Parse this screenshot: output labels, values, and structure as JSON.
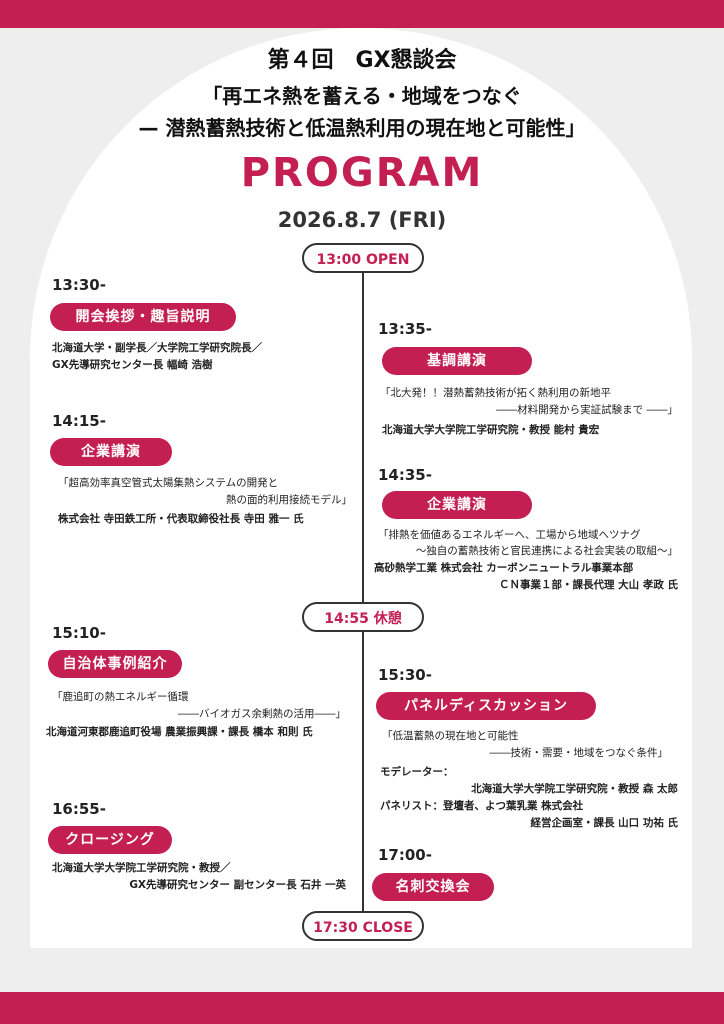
{
  "header": {
    "title_line1": "第４回　GX懇談会",
    "title_line2": "「再エネ熱を蓄える・地域をつなぐ",
    "title_line3": "— 潜熱蓄熱技術と低温熱利用の現在地と可能性」",
    "program": "PROGRAM",
    "date": "2026.8.7 (FRI)"
  },
  "markers": {
    "open": "13:00  OPEN",
    "break": "14:55  休憩",
    "close": "17:30  CLOSE"
  },
  "left": [
    {
      "time": "13:30-",
      "badge": "開会挨拶・趣旨説明",
      "lines": [
        "北海道大学・副学長／大学院工学研究院長／",
        "GX先導研究センター長 幅崎 浩樹"
      ]
    },
    {
      "time": "14:15-",
      "badge": "企業講演",
      "lines": [
        "「超高効率真空管式太陽集熱システムの開発と",
        "熱の面的利用接続モデル」",
        "株式会社 寺田鉄工所・代表取締役社長 寺田 雅一 氏"
      ]
    },
    {
      "time": "15:10-",
      "badge": "自治体事例紹介",
      "lines": [
        "「鹿追町の熱エネルギー循環",
        "――バイオガス余剰熱の活用――」",
        "北海道河東郡鹿追町役場 農業振興課・課長 橋本 和則 氏"
      ]
    },
    {
      "time": "16:55-",
      "badge": "クロージング",
      "lines": [
        "北海道大学大学院工学研究院・教授／",
        "GX先導研究センター 副センター長 石井 一英"
      ]
    }
  ],
  "right": [
    {
      "time": "13:35-",
      "badge": "基調講演",
      "lines": [
        "「北大発！！潜熱蓄熱技術が拓く熱利用の新地平",
        "――材料開発から実証試験まで ――」",
        "北海道大学大学院工学研究院・教授 能村 貴宏"
      ]
    },
    {
      "time": "14:35-",
      "badge": "企業講演",
      "lines": [
        "「排熱を価値あるエネルギーへ、工場から地域へツナグ",
        "〜独自の蓄熱技術と官民連携による社会実装の取組〜」",
        "高砂熱学工業 株式会社 カーボンニュートラル事業本部",
        "ＣＮ事業１部・課長代理 大山 孝政 氏"
      ]
    },
    {
      "time": "15:30-",
      "badge": "パネルディスカッション",
      "lines": [
        "「低温蓄熱の現在地と可能性",
        "――技術・需要・地域をつなぐ条件」",
        "モデレーター：",
        "北海道大学大学院工学研究院・教授 森 太郎",
        "パネリスト：登壇者、よつ葉乳業 株式会社",
        "経営企画室・課長 山口 功祐 氏"
      ]
    },
    {
      "time": "17:00-",
      "badge": "名刺交換会",
      "lines": []
    }
  ]
}
